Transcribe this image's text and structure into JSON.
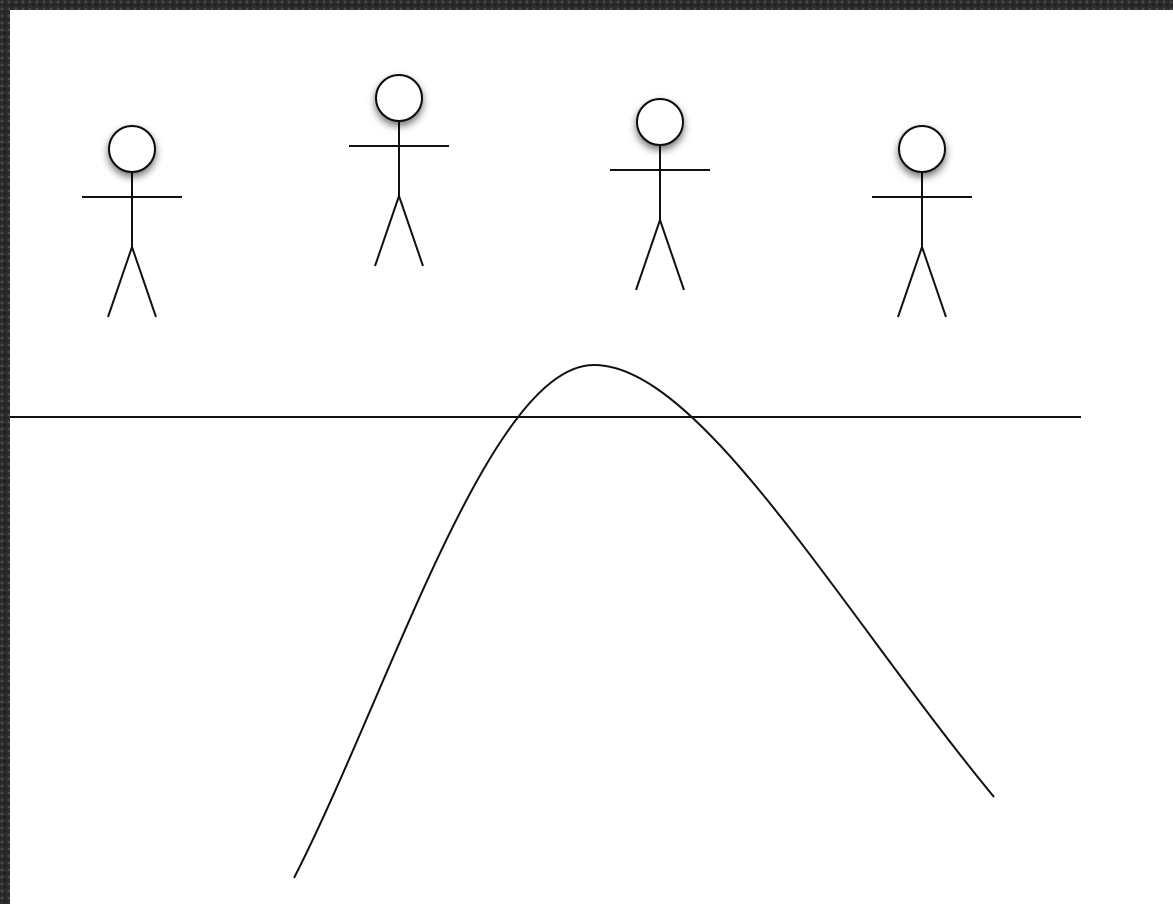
{
  "diagram": {
    "background_color": "#ffffff",
    "frame_color": "#2b2b2b",
    "stroke_color": "#111111",
    "head_fill": "#ffffff",
    "figures": [
      {
        "name": "stick-figure-1"
      },
      {
        "name": "stick-figure-2"
      },
      {
        "name": "stick-figure-3"
      },
      {
        "name": "stick-figure-4"
      }
    ],
    "has_horizontal_line": true,
    "has_hump_curve": true
  }
}
